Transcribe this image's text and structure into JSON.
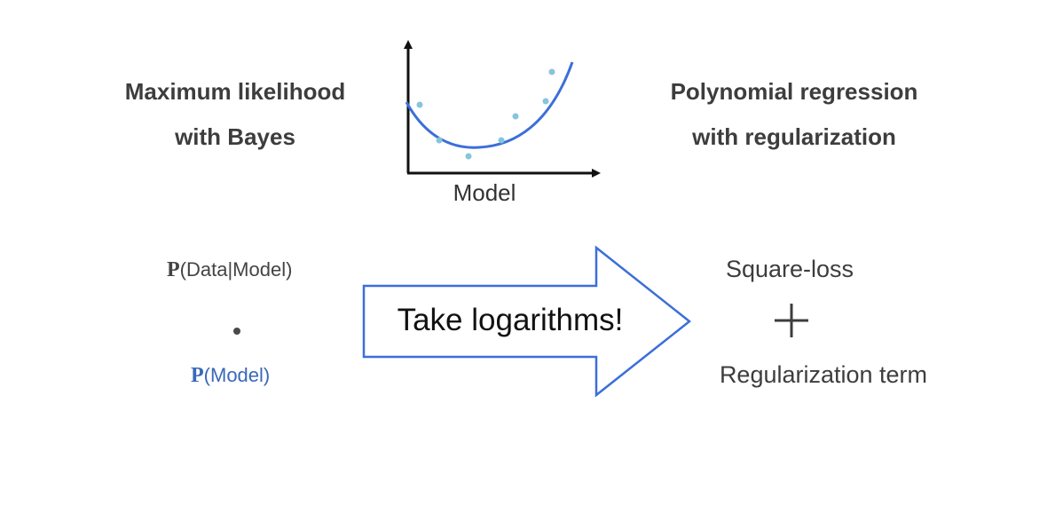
{
  "left_heading": {
    "line1": "Maximum likelihood",
    "line2": "with Bayes"
  },
  "right_heading": {
    "line1": "Polynomial regression",
    "line2": "with regularization"
  },
  "plot": {
    "xlabel": "Model",
    "curve_color": "#3b6fd8",
    "point_color": "#86c5dc",
    "axis_color": "#111111"
  },
  "likelihood": {
    "p_symbol": "P",
    "data_term": "(Data|Model)",
    "model_term": "(Model)",
    "model_color": "#3a68b8"
  },
  "arrow": {
    "label": "Take logarithms!",
    "stroke_color": "#3b6fd8"
  },
  "result": {
    "term1": "Square-loss",
    "operator": "+",
    "term2": "Regularization term"
  }
}
